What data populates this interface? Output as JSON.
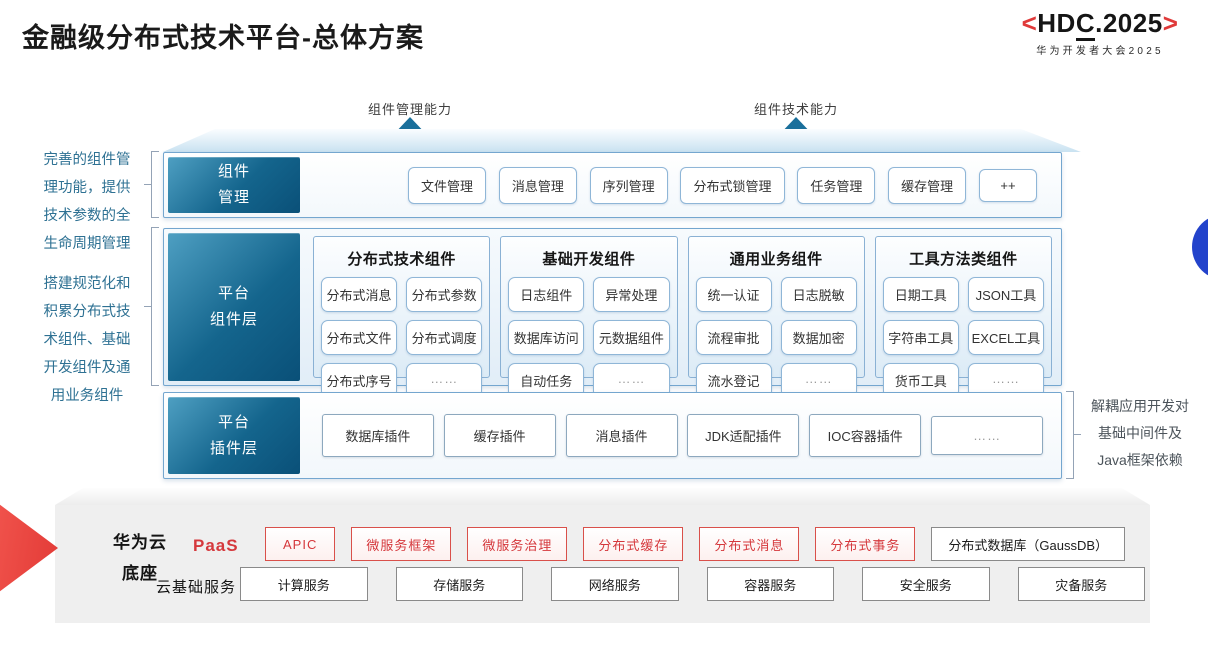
{
  "page": {
    "title": "金融级分布式技术平台-总体方案"
  },
  "logo": {
    "lb": "<",
    "pre": "HD",
    "c": "C",
    "post": ".2025",
    "rb": ">",
    "subtitle": "华为开发者大会2025"
  },
  "capability_arrows": {
    "left": "组件管理能力",
    "right": "组件技术能力"
  },
  "notes": {
    "left_top": "完善的组件管\n理功能，提供\n技术参数的全\n生命周期管理",
    "left_bottom": "搭建规范化和\n积累分布式技\n术组件、基础\n开发组件及通\n用业务组件",
    "right": "解耦应用开发对\n基础中间件及\nJava框架依赖"
  },
  "component_mgmt": {
    "label": "组件\n管理",
    "items": [
      "文件管理",
      "消息管理",
      "序列管理",
      "分布式锁管理",
      "任务管理",
      "缓存管理",
      "++"
    ]
  },
  "platform_components": {
    "label": "平台\n组件层",
    "groups": [
      {
        "title": "分布式技术组件",
        "items": [
          "分布式消息",
          "分布式参数",
          "分布式文件",
          "分布式调度",
          "分布式序号",
          "……"
        ]
      },
      {
        "title": "基础开发组件",
        "items": [
          "日志组件",
          "异常处理",
          "数据库访问",
          "元数据组件",
          "自动任务",
          "……"
        ]
      },
      {
        "title": "通用业务组件",
        "items": [
          "统一认证",
          "日志脱敏",
          "流程审批",
          "数据加密",
          "流水登记",
          "……"
        ]
      },
      {
        "title": "工具方法类组件",
        "items": [
          "日期工具",
          "JSON工具",
          "字符串工具",
          "EXCEL工具",
          "货币工具",
          "……"
        ]
      }
    ]
  },
  "platform_plugins": {
    "label": "平台\n插件层",
    "items": [
      "数据库插件",
      "缓存插件",
      "消息插件",
      "JDK适配插件",
      "IOC容器插件",
      "……"
    ]
  },
  "foundation": {
    "label": "华为云\n底座",
    "paas_label": "PaaS",
    "paas_items": [
      "APIC",
      "微服务框架",
      "微服务治理",
      "分布式缓存",
      "分布式消息",
      "分布式事务",
      "分布式数据库（GaussDB）"
    ],
    "cloud_label": "云基础服务",
    "cloud_items": [
      "计算服务",
      "存储服务",
      "网络服务",
      "容器服务",
      "安全服务",
      "灾备服务"
    ]
  },
  "colors": {
    "teal_label": "#0a5078",
    "arrow_teal": "#1a6f9b",
    "accent_red": "#d5383c",
    "circle_blue": "#2343cb",
    "panel_gray": "#efefef"
  }
}
